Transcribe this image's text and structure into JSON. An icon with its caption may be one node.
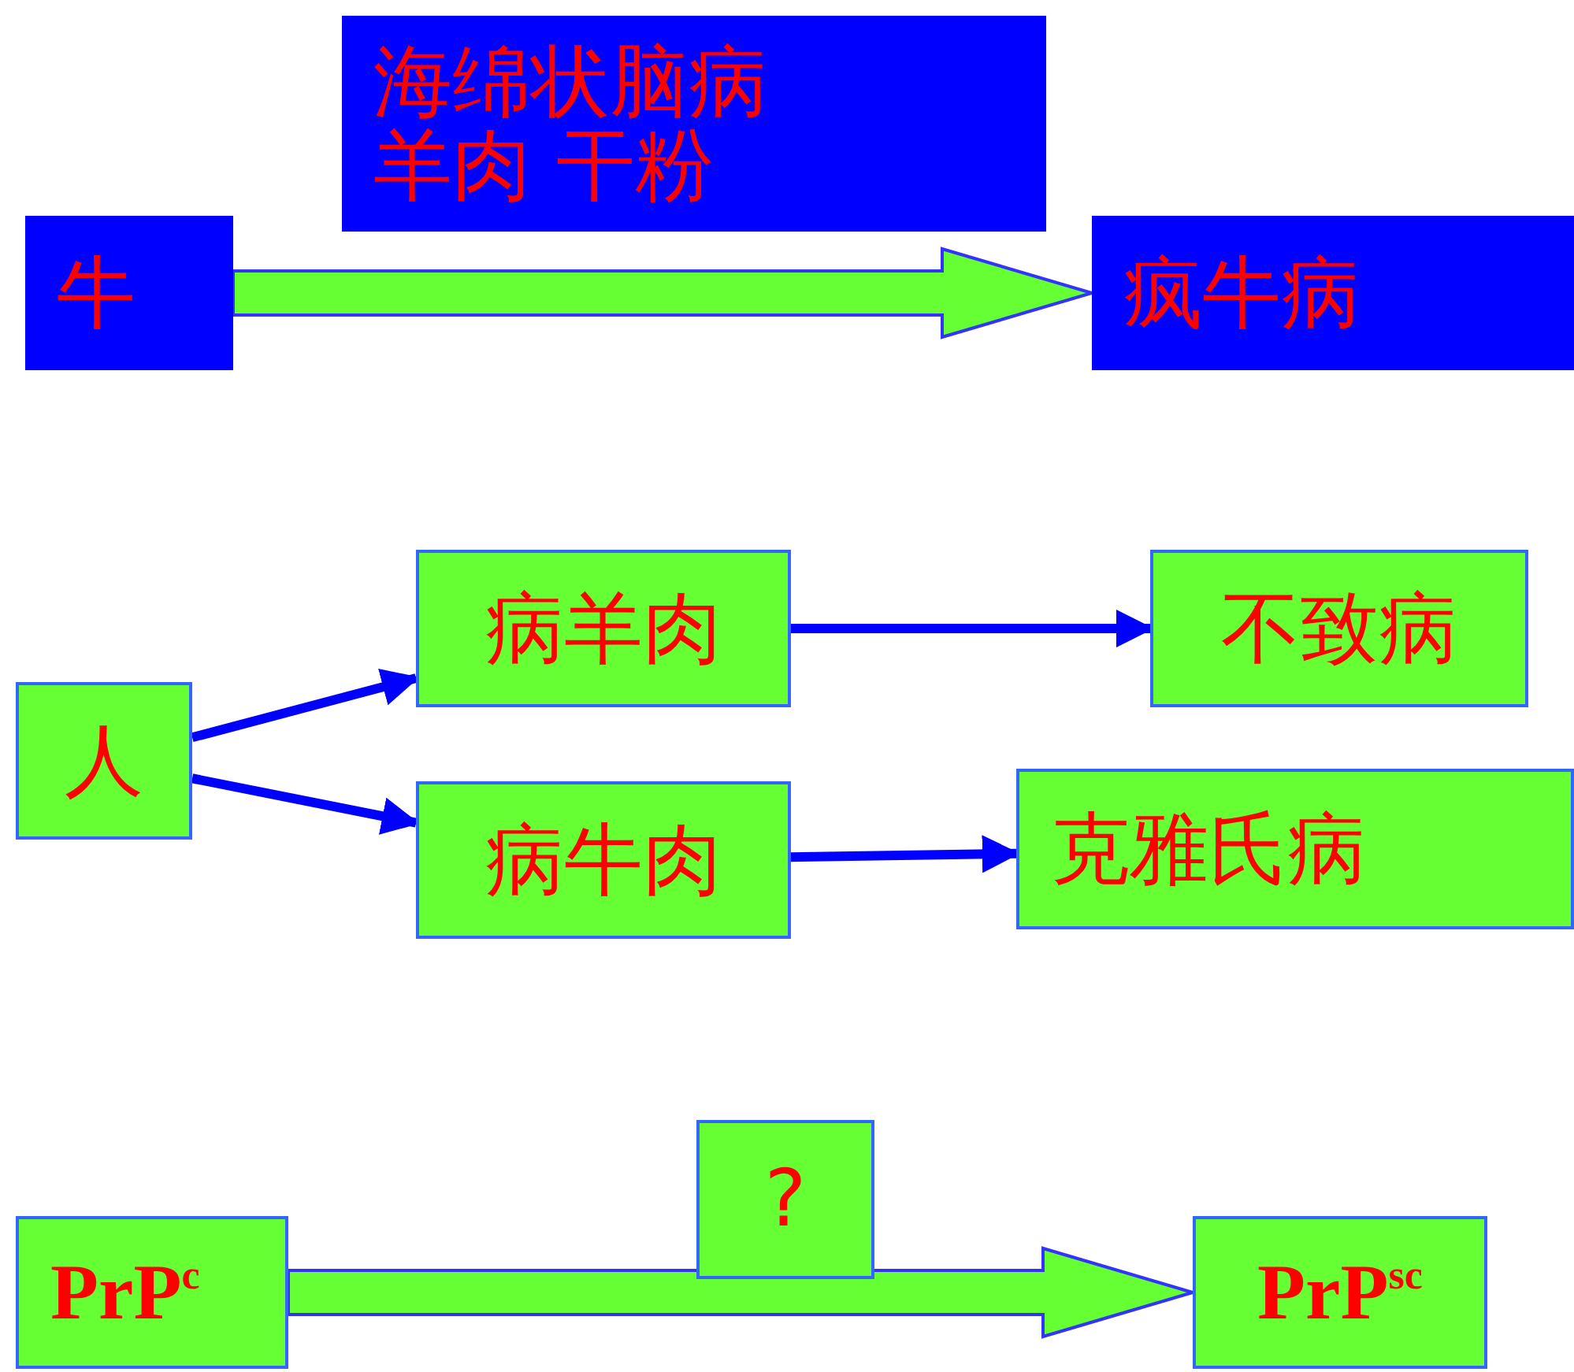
{
  "diagram": {
    "nodes": [
      {
        "text": [
          "海绵状脑病",
          "羊肉 干粉"
        ]
      },
      {
        "text": [
          "牛"
        ]
      },
      {
        "text": [
          "疯牛病"
        ]
      },
      {
        "text": [
          "人"
        ]
      },
      {
        "text": [
          "病羊肉"
        ]
      },
      {
        "text": [
          "病牛肉"
        ]
      },
      {
        "text": [
          "不致病"
        ]
      },
      {
        "text": [
          "克雅氏病"
        ]
      },
      {
        "text": [
          "?"
        ]
      },
      {
        "text": [
          "PrP$^{c}$"
        ]
      },
      {
        "text": [
          "PrP$^{sc}$"
        ]
      }
    ],
    "edges": [
      {
        "from": 1,
        "to": 2,
        "arrow": "to",
        "style": "thick",
        "color": "#66ff33"
      },
      {
        "from": 3,
        "to": 4,
        "arrow": "to"
      },
      {
        "from": 3,
        "to": 5,
        "arrow": "to"
      },
      {
        "from": 4,
        "to": 6,
        "arrow": "to"
      },
      {
        "from": 5,
        "to": 7,
        "arrow": "to"
      },
      {
        "from": 9,
        "to": 10,
        "arrow": "to",
        "style": "thick",
        "color": "#66ff33"
      }
    ]
  }
}
